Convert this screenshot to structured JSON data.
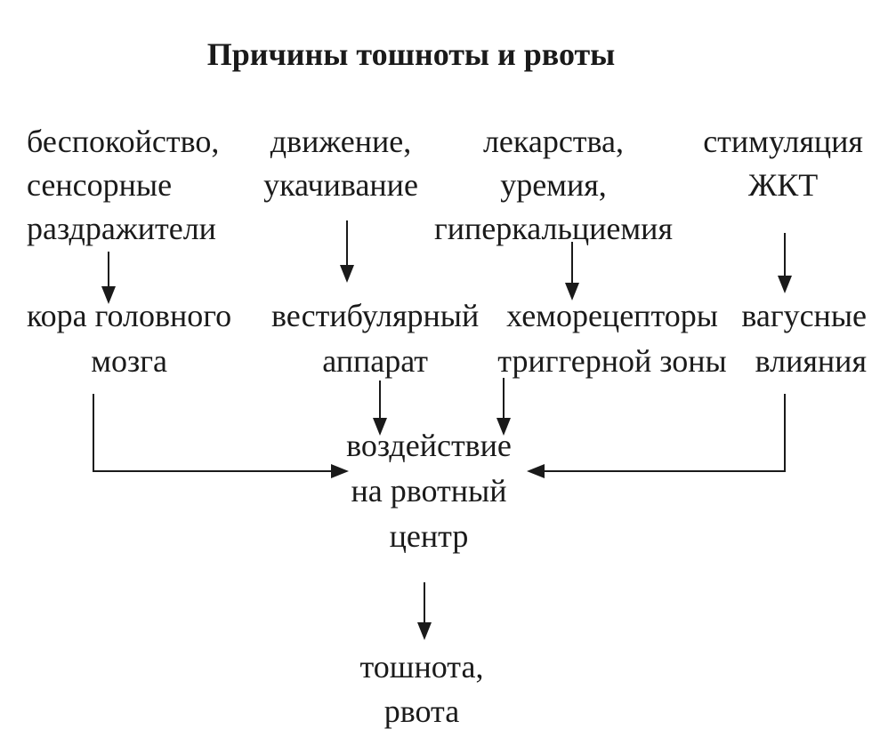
{
  "title": "Причины тошноты и рвоты",
  "causes": [
    {
      "lines": [
        "беспокойство,",
        "сенсорные",
        "раздражители"
      ]
    },
    {
      "lines": [
        "движение,",
        "укачивание"
      ]
    },
    {
      "lines": [
        "лекарства,",
        "уремия,",
        "гиперкальциемия"
      ]
    },
    {
      "lines": [
        "стимуляция",
        "ЖКТ"
      ]
    }
  ],
  "mechanisms": [
    {
      "lines": [
        "кора головного",
        "мозга"
      ]
    },
    {
      "lines": [
        "вестибулярный",
        "аппарат"
      ]
    },
    {
      "lines": [
        "хеморецепторы",
        "триггерной зоны"
      ]
    },
    {
      "lines": [
        "вагусные",
        "влияния"
      ]
    }
  ],
  "center": {
    "lines": [
      "воздействие",
      "на рвотный",
      "центр"
    ]
  },
  "result": {
    "lines": [
      "тошнота,",
      "рвота"
    ]
  }
}
